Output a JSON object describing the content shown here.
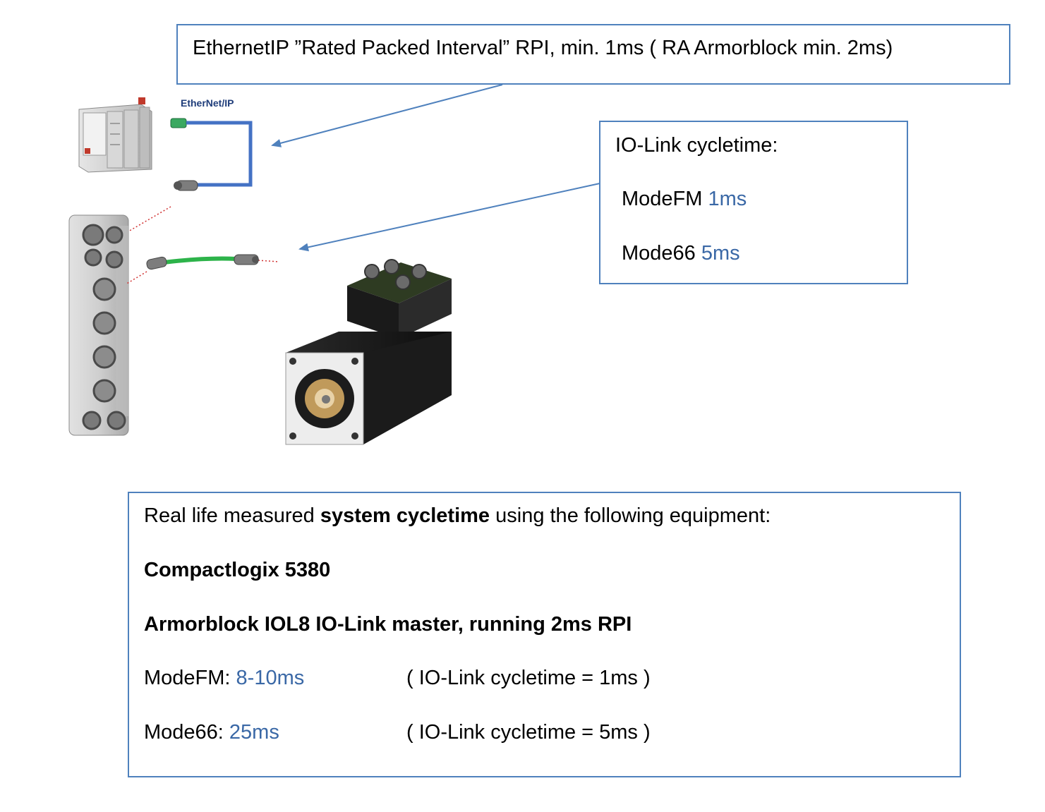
{
  "ethernetip_box": {
    "text": "EthernetIP ”Rated Packed Interval” RPI, min. 1ms ( RA Armorblock min. 2ms)"
  },
  "ethernetip_logo": "EtherNet/IP",
  "iolink_box": {
    "title": "IO-Link cycletime:",
    "modes": [
      {
        "label": "ModeFM",
        "value": "1ms"
      },
      {
        "label": "Mode66",
        "value": "5ms"
      }
    ]
  },
  "system_box": {
    "intro_prefix": "Real life measured ",
    "intro_bold": "system cycletime",
    "intro_suffix": " using the following equipment:",
    "equipment": [
      "Compactlogix 5380",
      "Armorblock IOL8 IO-Link master, running 2ms RPI"
    ],
    "measurements": [
      {
        "label": "ModeFM:",
        "value": "8-10ms",
        "note": "( IO-Link cycletime = 1ms )"
      },
      {
        "label": "Mode66:",
        "value": "25ms",
        "note": "( IO-Link cycletime = 5ms )"
      }
    ]
  },
  "colors": {
    "box_border": "#4f81bd",
    "value_blue": "#3a68a6",
    "ethernet_cable": "#4472c4",
    "iolink_cable": "#2db34a",
    "dotted_line": "#d03030"
  }
}
